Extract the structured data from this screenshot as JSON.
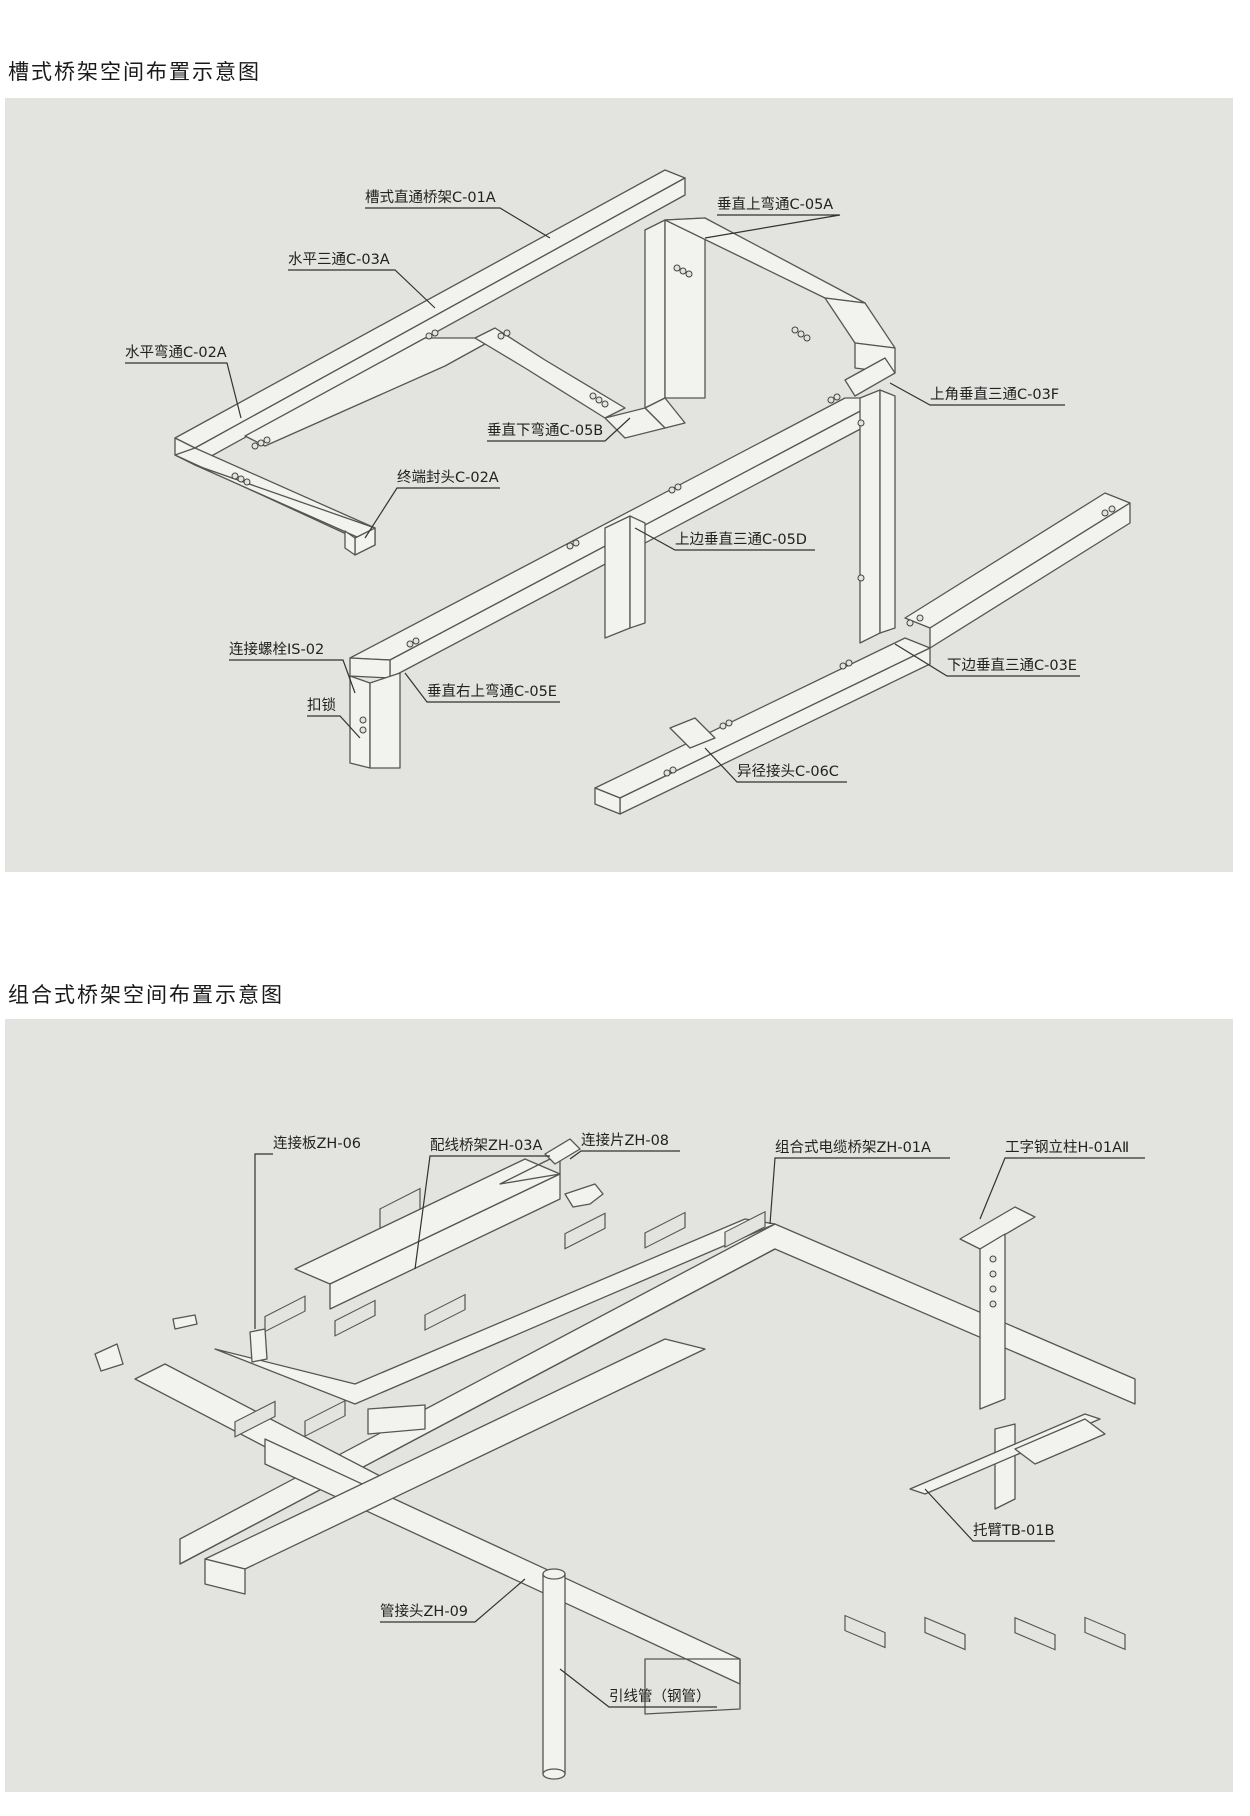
{
  "section1": {
    "title": "槽式桥架空间布置示意图",
    "labels": {
      "c01a": "槽式直通桥架C-01A",
      "c05a": "垂直上弯通C-05A",
      "c03a": "水平三通C-03A",
      "c02a": "水平弯通C-02A",
      "c03f": "上角垂直三通C-03F",
      "c05b": "垂直下弯通C-05B",
      "end_cap": "终端封头C-02A",
      "c05d": "上边垂直三通C-05D",
      "bolt": "连接螺栓IS-02",
      "c03e": "下边垂直三通C-03E",
      "lock": "扣锁",
      "c05e": "垂直右上弯通C-05E",
      "c06c": "异径接头C-06C"
    }
  },
  "section2": {
    "title": "组合式桥架空间布置示意图",
    "labels": {
      "zh06": "连接板ZH-06",
      "zh03a": "配线桥架ZH-03A",
      "zh08": "连接片ZH-08",
      "zh01a": "组合式电缆桥架ZH-01A",
      "h01a": "工字钢立柱H-01AⅡ",
      "tb01b": "托臂TB-01B",
      "zh09": "管接头ZH-09",
      "pipe": "引线管（钢管）"
    }
  }
}
